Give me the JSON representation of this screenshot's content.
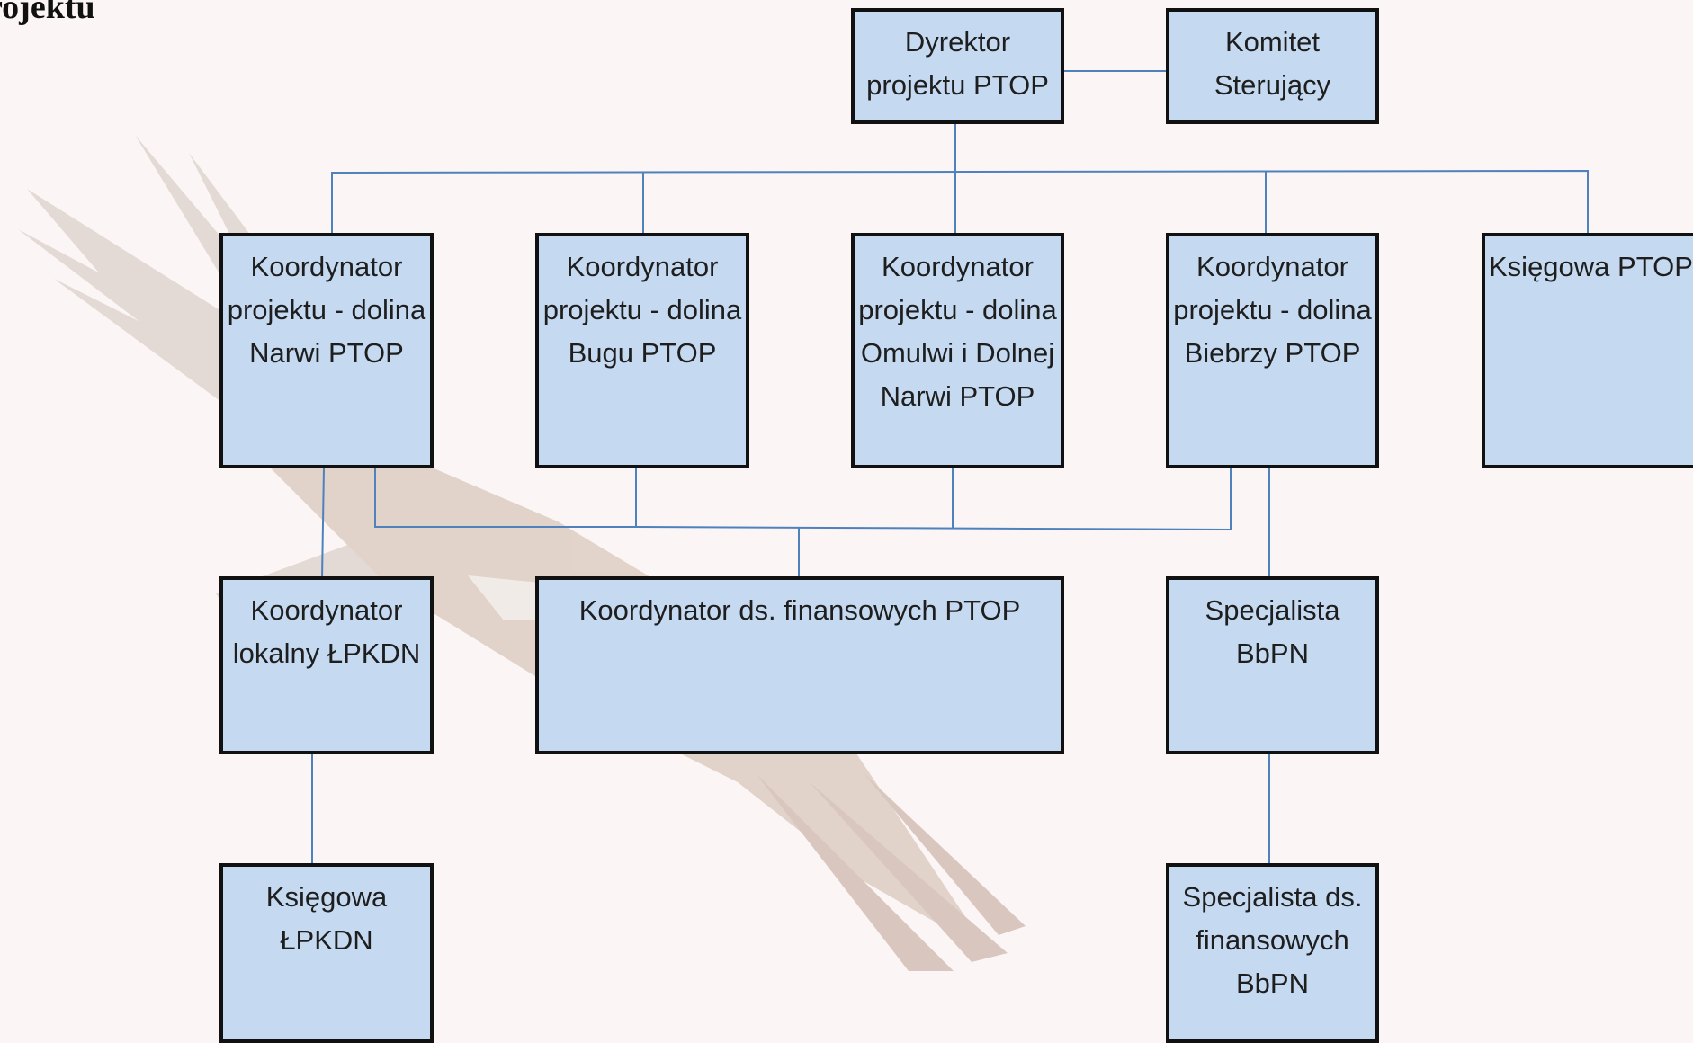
{
  "title": "rojektu",
  "colors": {
    "box_fill": "#c5d9f1",
    "box_border": "#111111",
    "connector": "#4f81bd",
    "background": "#fbf6f5"
  },
  "boxes": {
    "dyrektor": "Dyrektor projektu PTOP",
    "komitet": "Komitet Sterujący",
    "koord_narwi": "Koordynator projektu - dolina Narwi PTOP",
    "koord_bugu": "Koordynator projektu - dolina Bugu PTOP",
    "koord_omulwi": "Koordynator projektu - dolina Omulwi i Dolnej Narwi PTOP",
    "koord_biebrzy": "Koordynator projektu - dolina Biebrzy PTOP",
    "ksiegowa_ptop": "Księgowa PTOP",
    "koord_lokalny": "Koordynator lokalny ŁPKDN",
    "koord_finansowy": "Koordynator ds. finansowych PTOP",
    "specjalista_bbpn": "Specjalista BbPN",
    "ksiegowa_lpkdn": "Księgowa ŁPKDN",
    "specjalista_fin_bbpn": "Specjalista ds. finansowych BbPN"
  }
}
